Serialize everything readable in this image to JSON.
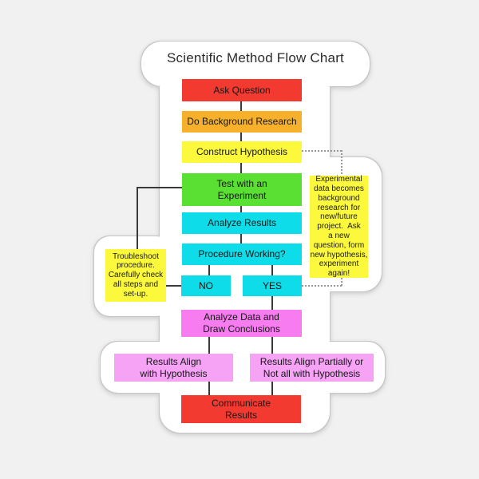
{
  "page": {
    "background": "#f1f1f2",
    "sticker_fill": "#ffffff",
    "sticker_outline": "#c6c6c6"
  },
  "title": {
    "text": "Scientific Method Flow Chart",
    "color": "#2b2b2b"
  },
  "diagram": {
    "nodes": {
      "ask_question": {
        "label": "Ask Question",
        "fill": "#f23a30"
      },
      "do_background_research": {
        "label": "Do Background Research",
        "fill": "#f6b02c"
      },
      "construct_hypothesis": {
        "label": "Construct Hypothesis",
        "fill": "#fcf93c"
      },
      "test_with_experiment": {
        "label": "Test with an\nExperiment",
        "fill": "#5adf33"
      },
      "analyze_results": {
        "label": "Analyze Results",
        "fill": "#0edde9"
      },
      "procedure_working": {
        "label": "Procedure Working?",
        "fill": "#0edde9"
      },
      "no": {
        "label": "NO",
        "fill": "#0edde9"
      },
      "yes": {
        "label": "YES",
        "fill": "#0edde9"
      },
      "analyze_data_conclusions": {
        "label": "Analyze Data and\nDraw Conclusions",
        "fill": "#f67cf0"
      },
      "results_align": {
        "label": "Results Align\nwith Hypothesis",
        "fill": "#f6a3f6"
      },
      "results_partial": {
        "label": "Results Align Partially or\nNot all with Hypothesis",
        "fill": "#f6a3f6"
      },
      "communicate_results": {
        "label": "Communicate\nResults",
        "fill": "#f23a30"
      }
    },
    "notes": {
      "troubleshoot": {
        "text": "Troubleshoot\nprocedure.\nCarefully check\nall steps and\nset-up.",
        "fill": "#fcf93c"
      },
      "experimental": {
        "text": "Experimental\ndata becomes\nbackground\nresearch for\nnew/future\nproject.  Ask\na new\nquestion, form\nnew hypothesis,\nexperiment\nagain!",
        "fill": "#fcf93c"
      }
    },
    "edges": [
      {
        "from": "ask_question",
        "to": "do_background_research",
        "style": "solid"
      },
      {
        "from": "do_background_research",
        "to": "construct_hypothesis",
        "style": "solid"
      },
      {
        "from": "construct_hypothesis",
        "to": "test_with_experiment",
        "style": "solid"
      },
      {
        "from": "test_with_experiment",
        "to": "analyze_results",
        "style": "solid"
      },
      {
        "from": "analyze_results",
        "to": "procedure_working",
        "style": "solid"
      },
      {
        "from": "procedure_working",
        "to": "no",
        "style": "solid"
      },
      {
        "from": "procedure_working",
        "to": "yes",
        "style": "solid"
      },
      {
        "from": "no",
        "to": "troubleshoot",
        "style": "solid"
      },
      {
        "from": "troubleshoot",
        "to": "test_with_experiment",
        "style": "solid"
      },
      {
        "from": "yes",
        "to": "analyze_data_conclusions",
        "style": "solid"
      },
      {
        "from": "analyze_data_conclusions",
        "to": "results_align",
        "style": "solid"
      },
      {
        "from": "analyze_data_conclusions",
        "to": "results_partial",
        "style": "solid"
      },
      {
        "from": "results_align",
        "to": "communicate_results",
        "style": "solid"
      },
      {
        "from": "results_partial",
        "to": "communicate_results",
        "style": "solid"
      },
      {
        "from": "yes",
        "to": "experimental",
        "style": "dotted"
      },
      {
        "from": "experimental",
        "to": "construct_hypothesis",
        "style": "dotted"
      }
    ],
    "line_colors": {
      "solid": "#3a3a3a",
      "dotted": "#979797"
    }
  }
}
